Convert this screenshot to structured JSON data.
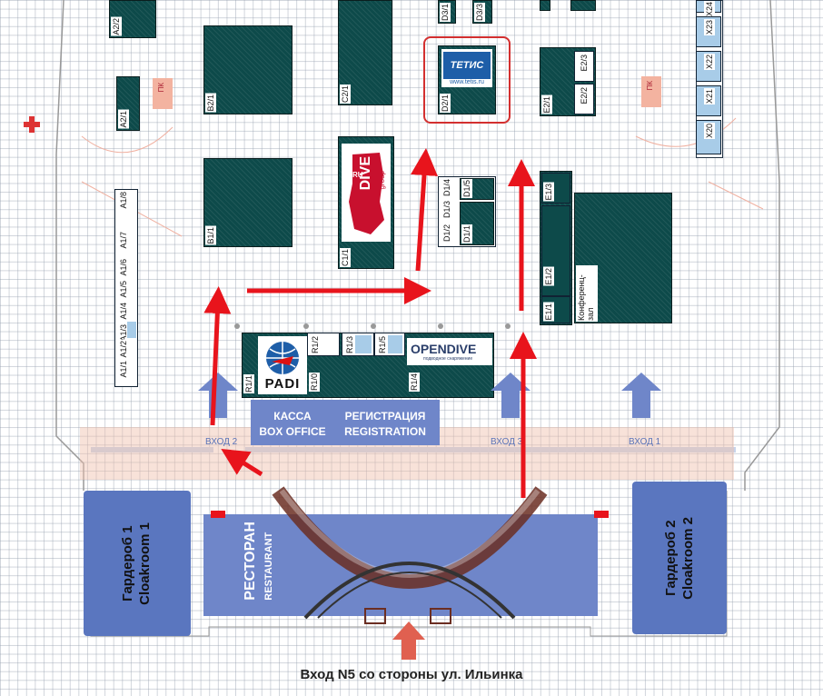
{
  "booths": {
    "A2_2": "A2/2",
    "A2_1": "A2/1",
    "B2_1": "B2/1",
    "C2_1": "C2/1",
    "D2_1": "D2/1",
    "D3_1": "D3/1",
    "D3_3": "D3/3",
    "E2_1": "E2/1",
    "E2_3": "E2/3",
    "E2_2": "E2/2",
    "B1_1": "B1/1",
    "C1_1": "C1/1",
    "D1_1": "D1/1",
    "D1_2": "D1/2",
    "D1_3": "D1/3",
    "D1_4": "D1/4",
    "D1_5": "D1/5",
    "E1_1": "E1/1",
    "E1_2": "E1/2",
    "E1_3": "E1/3",
    "A1_8": "A1/8",
    "A1_7": "A1/7",
    "A1_6": "A1/6",
    "A1_5": "A1/5",
    "A1_4": "A1/4",
    "A1_3": "A1/3",
    "A1_2": "A1/2",
    "A1_1": "A1/1",
    "R1_1": "R1/1",
    "R1_0": "R1/0",
    "R1_2": "R1/2",
    "R1_3": "R1/3",
    "R1_5": "R1/5",
    "R1_4": "R1/4",
    "X24": "X24",
    "X23": "X23",
    "X22": "X22",
    "X21": "X21",
    "X20": "X20",
    "conf": "Конференц- зал",
    "pk": "ПК"
  },
  "logos": {
    "tetis_url": "www.tetis.ru",
    "rudive_name": "DIVE",
    "rudive_ru": "RU",
    "rudive_group": "group",
    "padi": "PADI",
    "opendive": "OPENDIVE",
    "opendive_sub": "подводное снаряжение"
  },
  "info": {
    "kassa_ru": "КАССА",
    "kassa_en": "BOX OFFICE",
    "reg_ru": "РЕГИСТРАЦИЯ",
    "reg_en": "REGISTRATION",
    "rest_ru": "РЕСТОРАН",
    "rest_en": "RESTAURANT",
    "cloak1_ru": "Гардероб 1",
    "cloak1_en": "Cloakroom 1",
    "cloak2_ru": "Гардероб 2",
    "cloak2_en": "Cloakroom 2"
  },
  "entrances": {
    "e2": "ВХОД 2",
    "e3": "ВХОД 3",
    "e1": "ВХОД 1"
  },
  "footer": "Вход N5 со стороны ул. Ильинка",
  "colors": {
    "booth": "#0d4a4a",
    "blue_zone": "#6f86c9",
    "arrow": "#e8141c",
    "highlight": "#d32f2f"
  }
}
